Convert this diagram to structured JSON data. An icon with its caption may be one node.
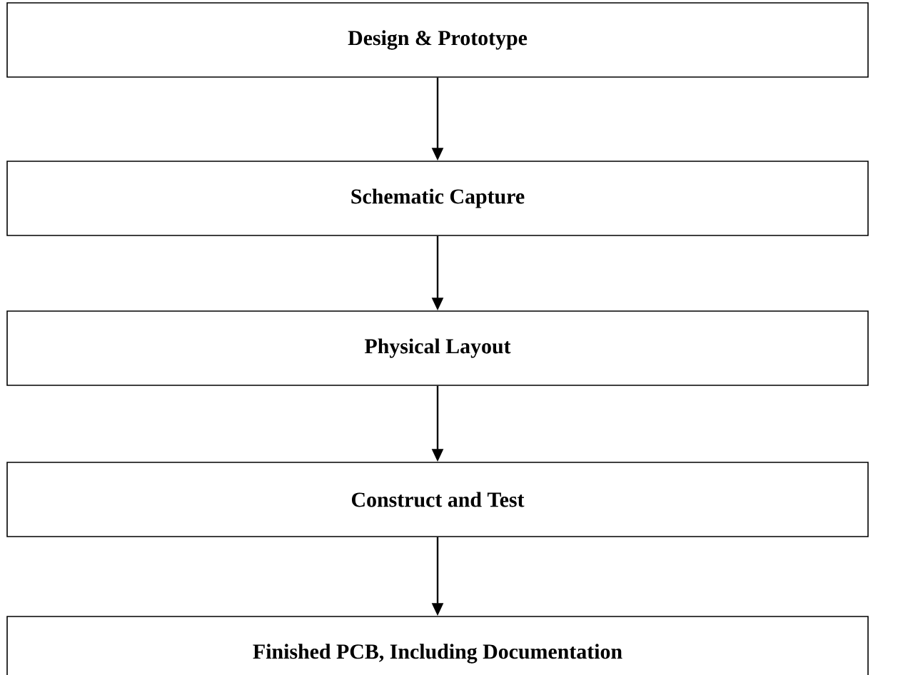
{
  "diagram": {
    "nodes": [
      {
        "text": [
          "Design & Prototype"
        ]
      },
      {
        "text": [
          "Schematic Capture"
        ]
      },
      {
        "text": [
          "Physical Layout"
        ]
      },
      {
        "text": [
          "Construct and Test"
        ]
      },
      {
        "text": [
          "Finished PCB, Including Documentation"
        ]
      }
    ],
    "edges": [
      {
        "from": 0,
        "to": 1,
        "arrow": "to"
      },
      {
        "from": 1,
        "to": 2,
        "arrow": "to"
      },
      {
        "from": 2,
        "to": 3,
        "arrow": "to"
      },
      {
        "from": 3,
        "to": 4,
        "arrow": "to"
      }
    ]
  }
}
